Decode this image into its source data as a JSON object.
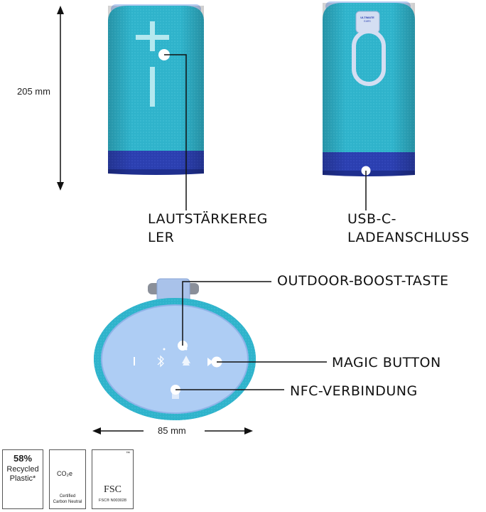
{
  "dimensions": {
    "height": "205 mm",
    "width": "85 mm"
  },
  "callouts": {
    "volume_line1": "LAUTSTÄRKEREG",
    "volume_line2": "LER",
    "usb_line1": "USB-C-",
    "usb_line2": "LADEANSCHLUSS",
    "outdoor_boost": "OUTDOOR-BOOST-TASTE",
    "magic_button": "MAGIC BUTTON",
    "nfc": "NFC-VERBINDUNG"
  },
  "badges": {
    "recycled": {
      "percent": "58%",
      "line1": "Recycled",
      "line2": "Plastic*"
    },
    "carbon": {
      "symbol": "CO₂e",
      "line1": "Certified",
      "line2": "Carbon Neutral"
    },
    "fsc": {
      "tm": "™",
      "label": "FSC",
      "code": "FSC® N003028"
    }
  },
  "strap_text": {
    "line1": "ULTIMATE",
    "line2": "EARS"
  },
  "colors": {
    "teal": "#2fb3cb",
    "teal_dark": "#1e98b0",
    "navy": "#2b3fb0",
    "lavender": "#a9c2ea",
    "cap": "#b8cdf1",
    "base_light": "#aecdf4"
  },
  "icons": [
    "plus-icon",
    "minus-icon",
    "power-icon",
    "bluetooth-icon",
    "outdoor-boost-icon",
    "play-icon",
    "nfc-icon",
    "recycle-icon",
    "c-icon",
    "tree-icon"
  ]
}
